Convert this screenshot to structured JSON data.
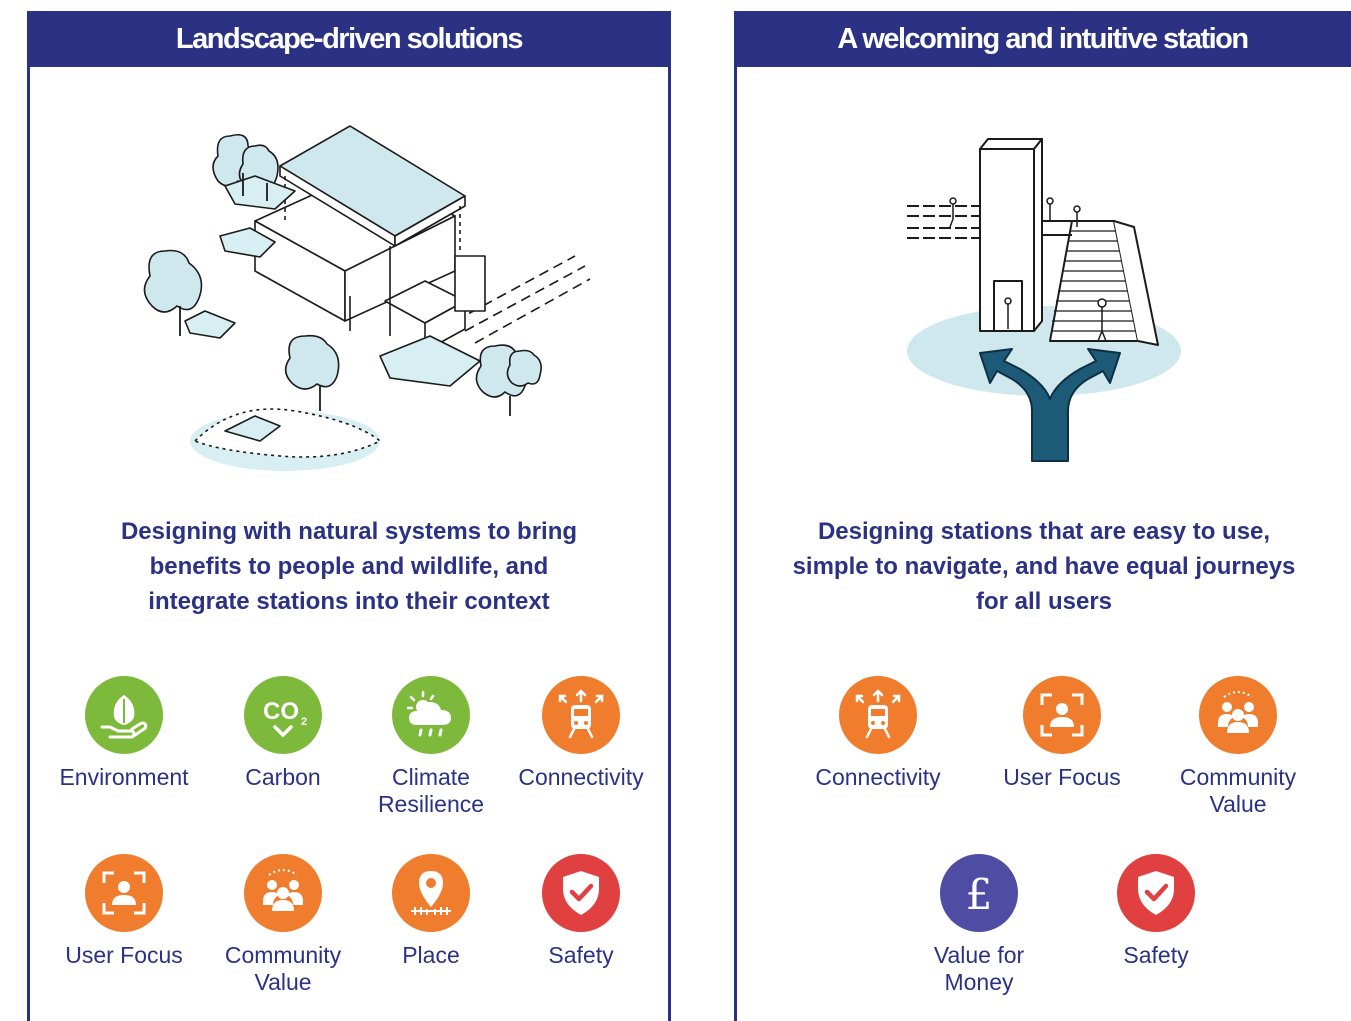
{
  "left_panel": {
    "title": "Landscape-driven solutions",
    "description": "Designing with natural systems to bring benefits to people and wildlife, and integrate stations into their context",
    "icons": [
      {
        "label": "Environment",
        "icon": "leaf-hand-icon",
        "color": "#7dba3c"
      },
      {
        "label": "Carbon",
        "icon": "co2-icon",
        "color": "#7dba3c"
      },
      {
        "label": "Climate\nResilience",
        "icon": "climate-cloud-icon",
        "color": "#7dba3c"
      },
      {
        "label": "Connectivity",
        "icon": "train-arrows-icon",
        "color": "#ef7d2d"
      },
      {
        "label": "User Focus",
        "icon": "user-frame-icon",
        "color": "#ef7d2d"
      },
      {
        "label": "Community\nValue",
        "icon": "community-group-icon",
        "color": "#ef7d2d"
      },
      {
        "label": "Place",
        "icon": "location-pin-icon",
        "color": "#ef7d2d"
      },
      {
        "label": "Safety",
        "icon": "shield-check-icon",
        "color": "#e0403f"
      }
    ]
  },
  "right_panel": {
    "title": "A welcoming and intuitive station",
    "description": "Designing stations that are easy to use, simple to navigate, and have equal journeys for all users",
    "icons": [
      {
        "label": "Connectivity",
        "icon": "train-arrows-icon",
        "color": "#ef7d2d"
      },
      {
        "label": "User Focus",
        "icon": "user-frame-icon",
        "color": "#ef7d2d"
      },
      {
        "label": "Community\nValue",
        "icon": "community-group-icon",
        "color": "#ef7d2d"
      },
      {
        "label": "Value for\nMoney",
        "icon": "pound-icon",
        "color": "#4f4ca3"
      },
      {
        "label": "Safety",
        "icon": "shield-check-icon",
        "color": "#e0403f"
      }
    ]
  }
}
